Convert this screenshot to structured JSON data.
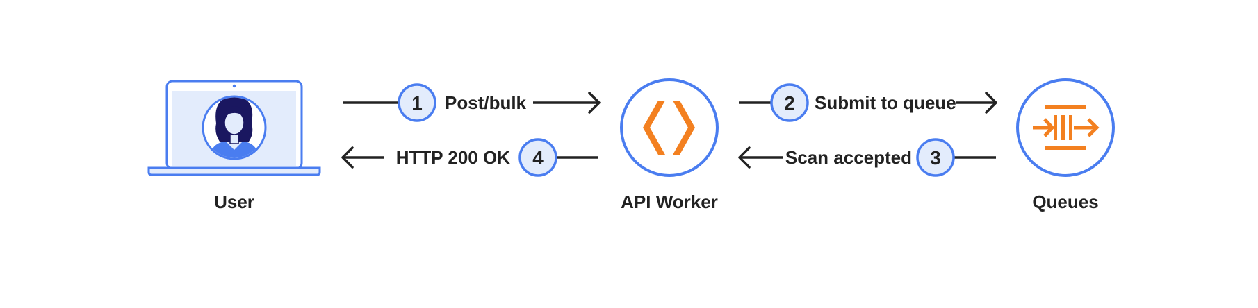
{
  "colors": {
    "blue": "#4a7df0",
    "light_blue": "#e3ecfc",
    "orange": "#f38020",
    "dark": "#222222",
    "navy": "#1a1760"
  },
  "nodes": {
    "user": {
      "label": "User",
      "icon": "laptop-user-icon"
    },
    "api_worker": {
      "label": "API Worker",
      "icon": "workers-logo-icon"
    },
    "queues": {
      "label": "Queues",
      "icon": "queues-icon"
    }
  },
  "steps": [
    {
      "number": "1",
      "label": "Post/bulk"
    },
    {
      "number": "2",
      "label": "Submit to queue"
    },
    {
      "number": "3",
      "label": "Scan accepted"
    },
    {
      "number": "4",
      "label": "HTTP 200 OK"
    }
  ]
}
